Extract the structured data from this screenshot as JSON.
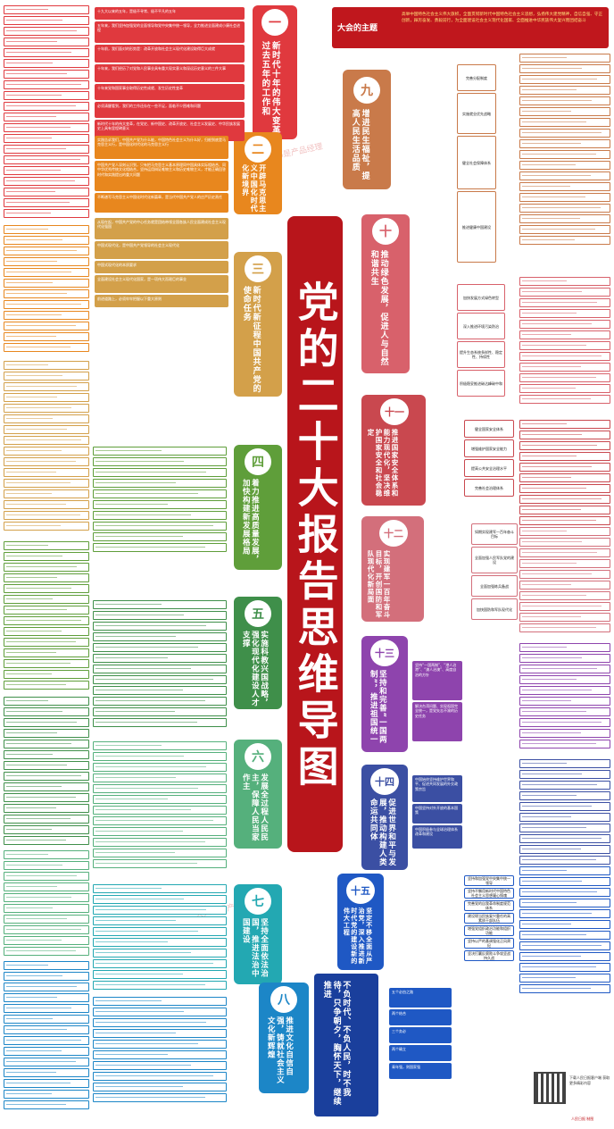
{
  "title": "党的二十大报告思维导图",
  "watermark": "人人都是产品经理",
  "theme_box": {
    "label": "大会的主题",
    "text": "高举中国特色社会主义伟大旗帜，全面贯彻新时代中国特色社会主义思想，弘扬伟大建党精神，自信自强、守正创新，踔厉奋发、勇毅前行，为全面建设社会主义现代化国家、全面推进中华民族伟大复兴而团结奋斗"
  },
  "footer": {
    "credit": "下载人民日报客户端 获取更多精彩内容",
    "source": "人民日报 制图"
  },
  "colors": {
    "center": "#b8151b",
    "s1": "#e0393e",
    "s2": "#e8871e",
    "s3": "#d3a04a",
    "s4": "#5f9e3a",
    "s5": "#3f8f4a",
    "s6": "#55b07c",
    "s7": "#23a8b2",
    "s8": "#1c86c7",
    "s9": "#c97a4a",
    "s10": "#d8616b",
    "s11": "#c9484f",
    "s12": "#d36f7b",
    "s13": "#8e44ad",
    "s14": "#3b4fa3",
    "s15": "#1f58c4"
  },
  "sections": {
    "s1": {
      "num": "一",
      "title": "新时代十年的伟大变革 过去五年的工作和"
    },
    "s2": {
      "num": "二",
      "title": "开辟马克思主义中国化时代化新境界"
    },
    "s3": {
      "num": "三",
      "title": "新时代新征程中国共产党的使命任务"
    },
    "s4": {
      "num": "四",
      "title": "着力推进高质量发展，加快构建新发展格局"
    },
    "s5": {
      "num": "五",
      "title": "实施科教兴国战略，强化现代化建设人才支撑"
    },
    "s6": {
      "num": "六",
      "title": "发展全过程人民民主，保障人民当家作主"
    },
    "s7": {
      "num": "七",
      "title": "坚持全面依法治国，推进法治中国建设"
    },
    "s8": {
      "num": "八",
      "title": "推进文化自信自强，铸就社会主义文化新辉煌"
    },
    "s9": {
      "num": "九",
      "title": "增进民生福祉，提高人民生活品质"
    },
    "s10": {
      "num": "十",
      "title": "推动绿色发展，促进人与自然和谐共生"
    },
    "s11": {
      "num": "十一",
      "title": "推进国家安全体系和能力现代化，坚决维护国家安全和社会稳定"
    },
    "s12": {
      "num": "十二",
      "title": "实现建军一百年奋斗目标，开创国防和军队现代化新局面"
    },
    "s13": {
      "num": "十三",
      "title": "坚持和完善“一国两制”，推进祖国统一"
    },
    "s14": {
      "num": "十四",
      "title": "促进世界和平与发展，推动构建人类命运共同体"
    },
    "s15": {
      "num": "十五",
      "title": "坚定不移全面从严治党，深入推进新时代党的建设新的伟大工程"
    }
  },
  "slogan": "不负时代、不负人民，时不我待，只争朝夕，胸怀天下，继续推进",
  "nodes": {
    "s1": [
      "十九大以来的五年，是极不寻常、极不平凡的五年",
      "五年来，我们坚持加强党的全面领导和党中央集中统一领导，全力推进全面建成小康社会进程",
      "十年前，我们面对的形势是：改革开放和社会主义现代化建设取得巨大成就",
      "十年来，我们经历了对党和人民事业具有重大现实意义和深远历史意义的三件大事",
      "十年来党和国家事业取得历史性成就、发生历史性变革",
      "必须清醒看到，我们的工作还存在一些不足，面临不少困难和问题",
      "新时代十年的伟大变革，在党史、新中国史、改革开放史、社会主义发展史、中华民族发展史上具有里程碑意义"
    ],
    "s2": [
      "实践告诉我们，中国共产党为什么能，中国特色社会主义为什么好，归根到底是马克思主义行，是中国化时代化的马克思主义行",
      "中国共产党人深刻认识到，只有把马克思主义基本原理同中国具体实际相结合、同中华优秀传统文化相结合，坚持运用辩证唯物主义和历史唯物主义，才能正确回答时代和实践提出的重大问题",
      "不断谱写马克思主义中国化时代化新篇章，是当代中国共产党人的庄严历史责任"
    ],
    "s3": [
      "从现在起，中国共产党的中心任务就是团结带领全国各族人民全面建成社会主义现代化强国",
      "中国式现代化，是中国共产党领导的社会主义现代化",
      "中国式现代化的本质要求",
      "全面建设社会主义现代化国家，是一项伟大而艰巨的事业",
      "前进道路上，必须牢牢把握以下重大原则"
    ],
    "s9": [
      "完善分配制度",
      "实施就业优先战略",
      "健全社会保障体系",
      "推进健康中国建设"
    ],
    "s10": [
      "加快发展方式绿色转型",
      "深入推进环境污染防治",
      "提升生态系统多样性、稳定性、持续性",
      "积极稳妥推进碳达峰碳中和"
    ],
    "s11": [
      "健全国家安全体系",
      "增强维护国家安全能力",
      "提高公共安全治理水平",
      "完善社会治理体系"
    ],
    "s12": [
      "如期实现建军一百年奋斗目标",
      "全面加强人民军队党的建设",
      "全面加强练兵备战",
      "加快国防和军队现代化"
    ],
    "s13": [
      "坚持“一国两制”、“港人治港”、“澳人治澳”、高度自治的方针",
      "解决台湾问题、实现祖国完全统一，是党矢志不渝的历史任务"
    ],
    "s14": [
      "中国始终坚持维护世界和平、促进共同发展的外交政策宗旨",
      "中国坚持对外开放的基本国策",
      "中国积极参与全球治理体系改革和建设"
    ],
    "s15": [
      "坚持和加强党中央集中统一领导",
      "坚持不懈用新时代中国特色社会主义思想凝心铸魂",
      "完善党的自我革命制度规范体系",
      "建设堪当民族复兴重任的高素质干部队伍",
      "增强党组织政治功能和组织功能",
      "坚持以严的基调强化正风肃纪",
      "坚决打赢反腐败斗争攻坚战持久战"
    ],
    "bottom": [
      "五个必由之路",
      "两个结合",
      "三个务必",
      "两个确立",
      "青年强，则国家强"
    ]
  }
}
